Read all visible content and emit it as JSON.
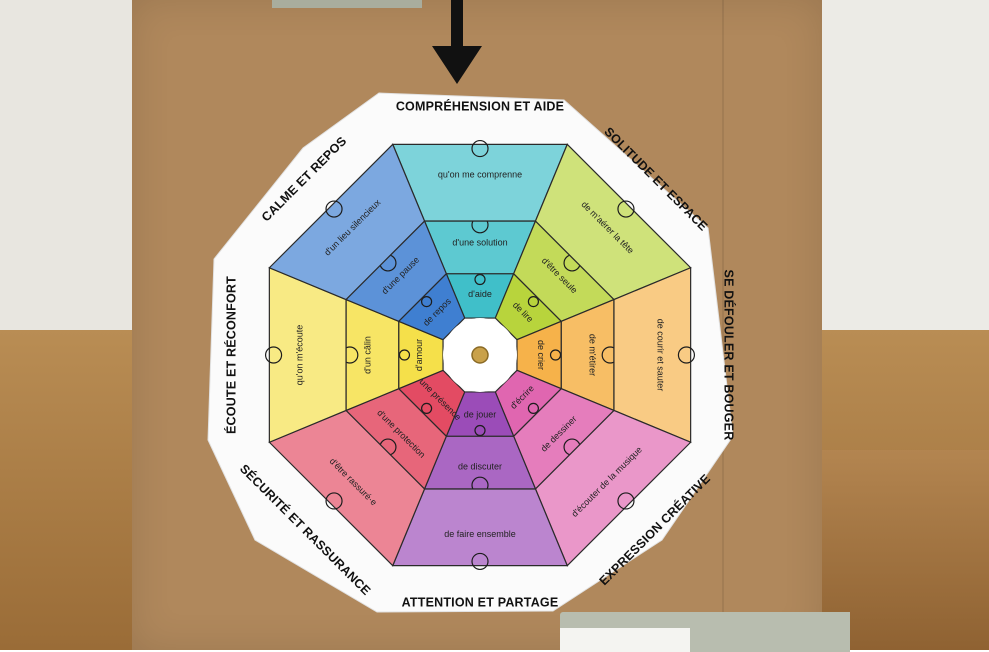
{
  "wheel": {
    "categories": [
      {
        "label": "COMPRÉHENSION ET AIDE",
        "color": "#40bfc9"
      },
      {
        "label": "SOLITUDE ET ESPACE",
        "color": "#b8d43c"
      },
      {
        "label": "SE DÉFOULER ET BOUGER",
        "color": "#f6b24a"
      },
      {
        "label": "EXPRESSION CRÉATIVE",
        "color": "#e066b0"
      },
      {
        "label": "ATTENTION ET PARTAGE",
        "color": "#9b4cb8"
      },
      {
        "label": "SÉCURITÉ ET RASSURANCE",
        "color": "#e34b63"
      },
      {
        "label": "ÉCOUTE ET RÉCONFORT",
        "color": "#f5e04a"
      },
      {
        "label": "CALME ET REPOS",
        "color": "#3f7fd1"
      }
    ],
    "outer_ring": [
      "qu'on me comprenne",
      "de m'aérer la tête",
      "de courir et sauter",
      "d'écouter de la musique",
      "de faire ensemble",
      "d'être rassuré·e",
      "qu'on m'écoute",
      "d'un lieu silencieux"
    ],
    "middle_ring": [
      "d'une solution",
      "d'être seule",
      "de m'étirer",
      "de dessiner",
      "de discuter",
      "d'une protection",
      "d'un câlin",
      "d'une pause"
    ],
    "inner_ring": [
      "d'aide",
      "de lire",
      "de crier",
      "d'écrire",
      "de jouer",
      "d'une présence",
      "d'amour",
      "de repos"
    ],
    "icons": [
      "head-icon",
      "wind-icon",
      "jump-icon",
      "headphones-icon",
      "hands-icon",
      "hourglass-icon",
      "ear-icon",
      "lake-icon",
      "bulb-icon",
      "sun-icon",
      "stretch-icon",
      "drawing-icon",
      "chat-icon",
      "shield-icon",
      "hug-icon",
      "bench-icon",
      "handshake-icon",
      "book-icon",
      "shout-icon",
      "pen-icon",
      "dice-icon",
      "hand-icon",
      "heart-icon",
      "bed-icon"
    ]
  }
}
